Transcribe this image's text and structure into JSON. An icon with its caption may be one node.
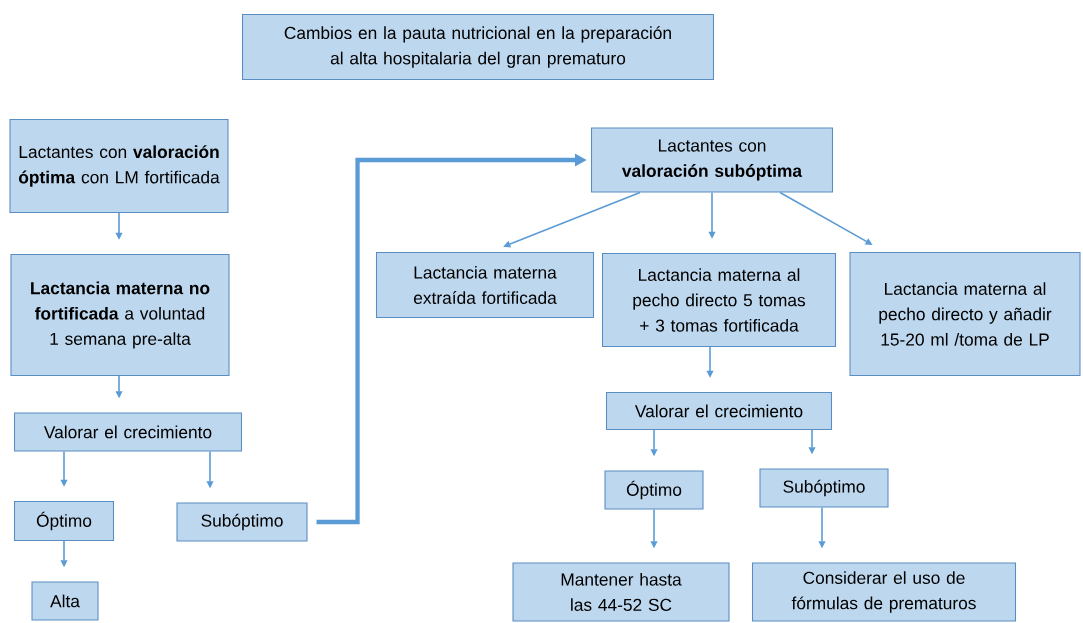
{
  "diagram": {
    "title": "Cambios en la pauta nutricional en la preparación al alta hospitalaria del gran prematuro",
    "nodes": [
      {
        "text": [
          "Lactantes con **valoración óptima** con LM fortificada"
        ]
      },
      {
        "text": [
          "**Lactancia materna no fortificada** a voluntad 1 semana pre-alta"
        ]
      },
      {
        "text": [
          "Valorar el crecimiento"
        ]
      },
      {
        "text": [
          "Óptimo"
        ]
      },
      {
        "text": [
          "Subóptimo"
        ]
      },
      {
        "text": [
          "Alta"
        ]
      },
      {
        "text": [
          "Lactantes con **valoración subóptima**"
        ]
      },
      {
        "text": [
          "Lactancia materna extraída fortificada"
        ]
      },
      {
        "text": [
          "Lactancia materna al pecho directo 5 tomas + 3 tomas fortificada"
        ]
      },
      {
        "text": [
          "Lactancia materna al pecho directo y añadir 15-20 ml /toma de LP"
        ]
      },
      {
        "text": [
          "Valorar el crecimiento"
        ]
      },
      {
        "text": [
          "Óptimo"
        ]
      },
      {
        "text": [
          "Subóptimo"
        ]
      },
      {
        "text": [
          "Mantener hasta las 44-52 SC"
        ]
      },
      {
        "text": [
          "Considerar el uso de fórmulas de prematuros"
        ]
      }
    ],
    "edges": [
      {
        "from": 0,
        "to": 1,
        "arrow": "to"
      },
      {
        "from": 1,
        "to": 2,
        "arrow": "to"
      },
      {
        "from": 2,
        "to": 3,
        "arrow": "to"
      },
      {
        "from": 2,
        "to": 4,
        "arrow": "to"
      },
      {
        "from": 3,
        "to": 5,
        "arrow": "to"
      },
      {
        "from": 4,
        "to": 6,
        "arrow": "to",
        "style": "thick"
      },
      {
        "from": 6,
        "to": 7,
        "arrow": "to"
      },
      {
        "from": 6,
        "to": 8,
        "arrow": "to"
      },
      {
        "from": 6,
        "to": 9,
        "arrow": "to"
      },
      {
        "from": 8,
        "to": 10,
        "arrow": "to"
      },
      {
        "from": 10,
        "to": 11,
        "arrow": "to"
      },
      {
        "from": 10,
        "to": 12,
        "arrow": "to"
      },
      {
        "from": 11,
        "to": 13,
        "arrow": "to"
      },
      {
        "from": 12,
        "to": 14,
        "arrow": "to"
      }
    ]
  }
}
